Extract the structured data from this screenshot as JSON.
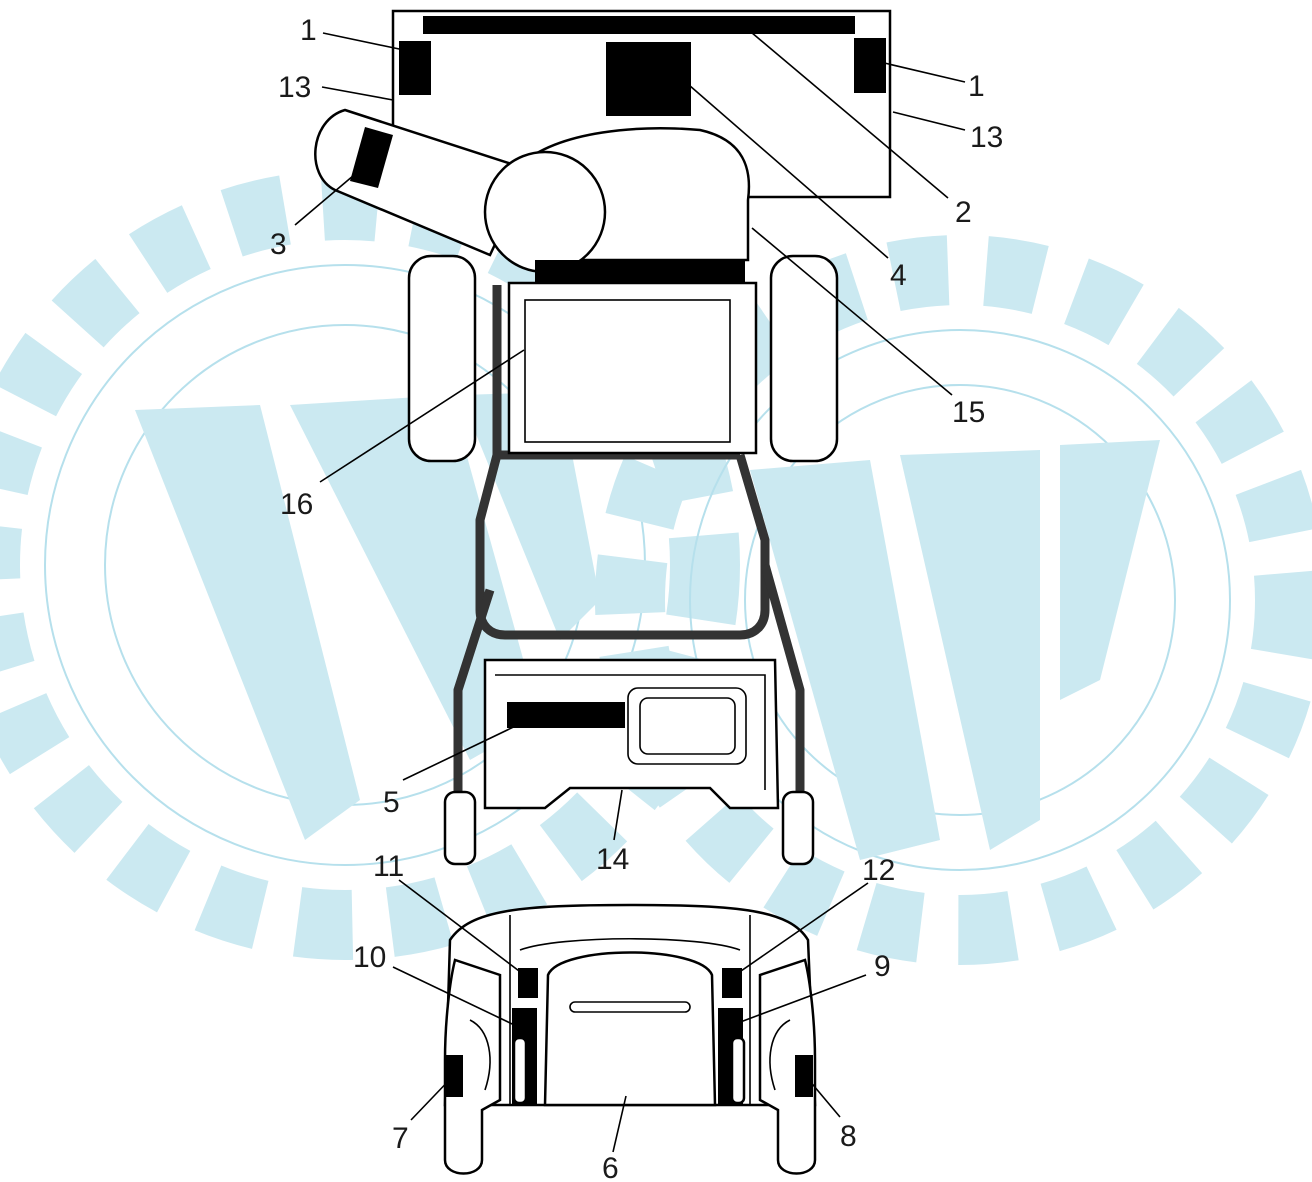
{
  "diagram": {
    "callouts": [
      {
        "id": "c1a",
        "text": "1"
      },
      {
        "id": "c1b",
        "text": "1"
      },
      {
        "id": "c13a",
        "text": "13"
      },
      {
        "id": "c13b",
        "text": "13"
      },
      {
        "id": "c2",
        "text": "2"
      },
      {
        "id": "c3",
        "text": "3"
      },
      {
        "id": "c4",
        "text": "4"
      },
      {
        "id": "c15",
        "text": "15"
      },
      {
        "id": "c16",
        "text": "16"
      },
      {
        "id": "c5",
        "text": "5"
      },
      {
        "id": "c14",
        "text": "14"
      },
      {
        "id": "c11",
        "text": "11"
      },
      {
        "id": "c12",
        "text": "12"
      },
      {
        "id": "c10",
        "text": "10"
      },
      {
        "id": "c9",
        "text": "9"
      },
      {
        "id": "c7",
        "text": "7"
      },
      {
        "id": "c8",
        "text": "8"
      },
      {
        "id": "c6",
        "text": "6"
      }
    ]
  },
  "colors": {
    "watermark": "#cbe9f1",
    "decal": "#000000",
    "frame": "#333333"
  },
  "icons": {
    "watermark": "gear-w-watermark-icon"
  }
}
